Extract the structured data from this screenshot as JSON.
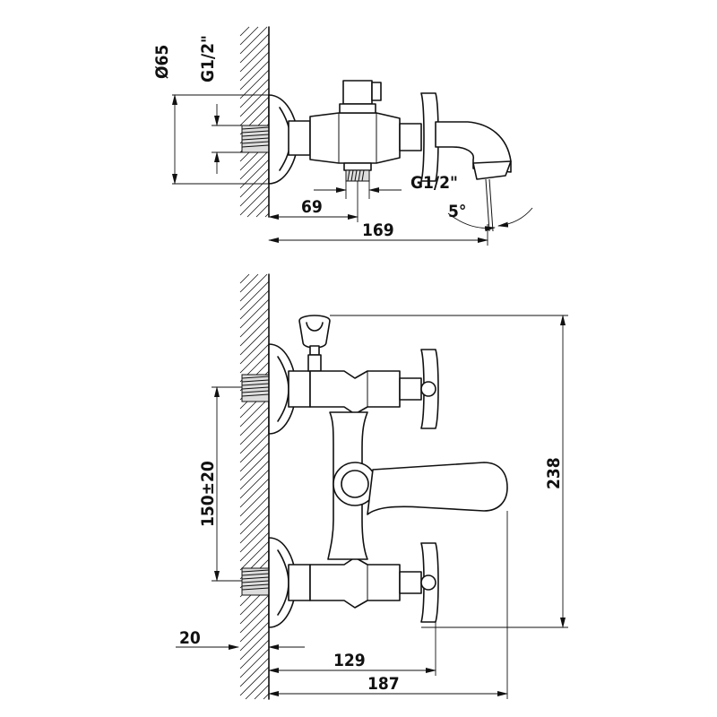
{
  "top_view": {
    "label_diameter": "Ø65",
    "label_thread_inlet": "G1/2\"",
    "label_thread_outlet": "G1/2\"",
    "label_dim_69": "69",
    "label_dim_169": "169",
    "label_angle": "5°"
  },
  "front_view": {
    "label_dim_height": "238",
    "label_dim_spacing": "150±20",
    "label_dim_20": "20",
    "label_dim_129": "129",
    "label_dim_187": "187"
  }
}
